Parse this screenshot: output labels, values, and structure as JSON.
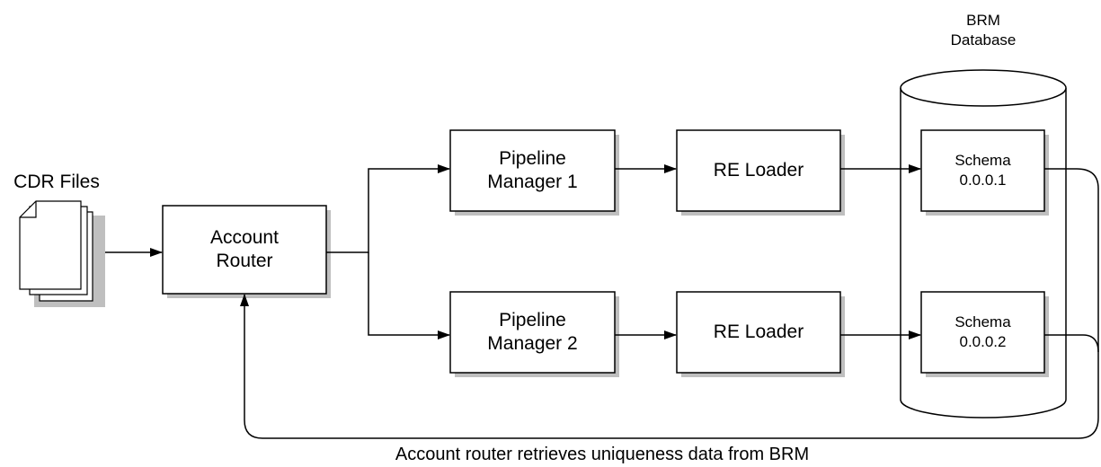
{
  "diagram": {
    "cdr_files": "CDR Files",
    "account_router": {
      "line1": "Account",
      "line2": "Router"
    },
    "pipeline_manager_1": {
      "line1": "Pipeline",
      "line2": "Manager 1"
    },
    "pipeline_manager_2": {
      "line1": "Pipeline",
      "line2": "Manager 2"
    },
    "re_loader_1": "RE Loader",
    "re_loader_2": "RE Loader",
    "database": {
      "line1": "BRM",
      "line2": "Database"
    },
    "schema_1": {
      "line1": "Schema",
      "line2": "0.0.0.1"
    },
    "schema_2": {
      "line1": "Schema",
      "line2": "0.0.0.2"
    },
    "caption": "Account router retrieves uniqueness data from BRM"
  },
  "colors": {
    "line": "#000000",
    "shadow": "#bfbfbf",
    "background": "#ffffff"
  }
}
